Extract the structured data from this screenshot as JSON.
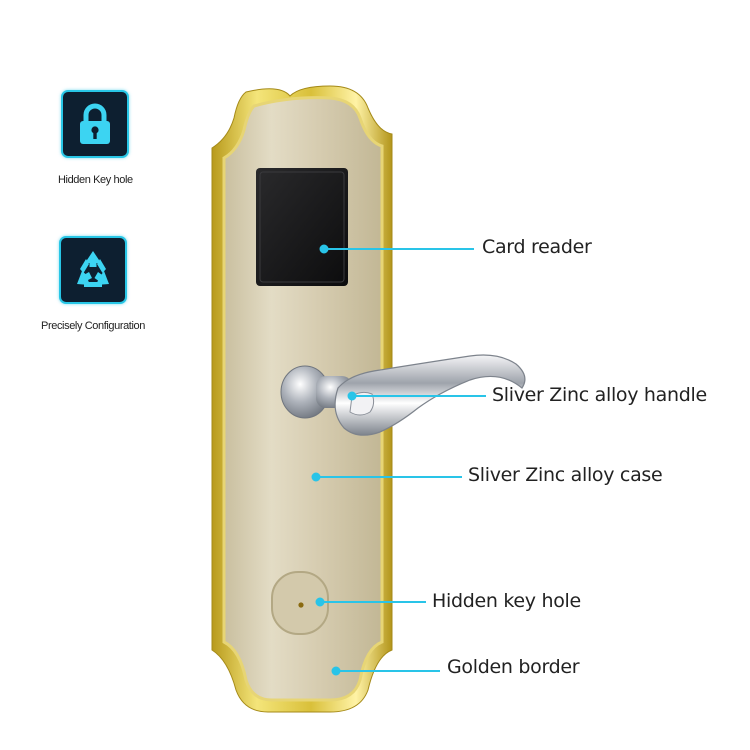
{
  "features": [
    {
      "icon": "lock-icon",
      "label": "Hidden Key hole"
    },
    {
      "icon": "recycle-icon",
      "label": "Precisely Configuration"
    }
  ],
  "callouts": [
    {
      "label": "Card reader"
    },
    {
      "label": "Sliver Zinc alloy handle"
    },
    {
      "label": "Sliver Zinc alloy case"
    },
    {
      "label": "Hidden key hole"
    },
    {
      "label": "Golden border"
    }
  ],
  "colors": {
    "accent": "#29c4e8",
    "gold": "#d9c03a",
    "plate": "#d8cfb4",
    "icon_bg": "#0d1f30"
  }
}
